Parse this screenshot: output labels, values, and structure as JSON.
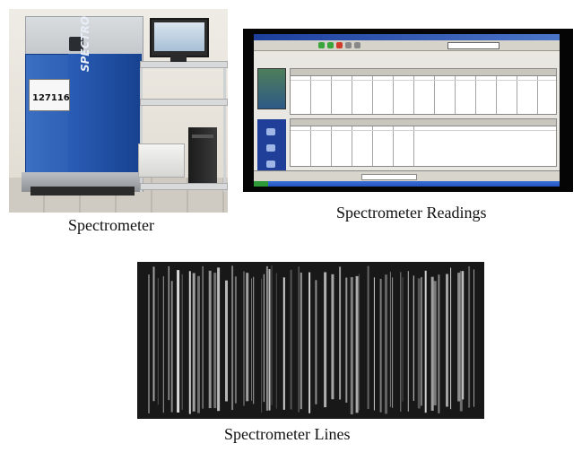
{
  "figures": [
    {
      "caption": "Spectrometer",
      "label_number": "127116"
    },
    {
      "caption": "Spectrometer Readings"
    },
    {
      "caption": "Spectrometer Lines"
    }
  ],
  "colors": {
    "machine_blue": "#2a5db6",
    "screen_bg": "#e9e7e1",
    "lines_bg": "#181818",
    "line_color": "#e6e6e6"
  }
}
